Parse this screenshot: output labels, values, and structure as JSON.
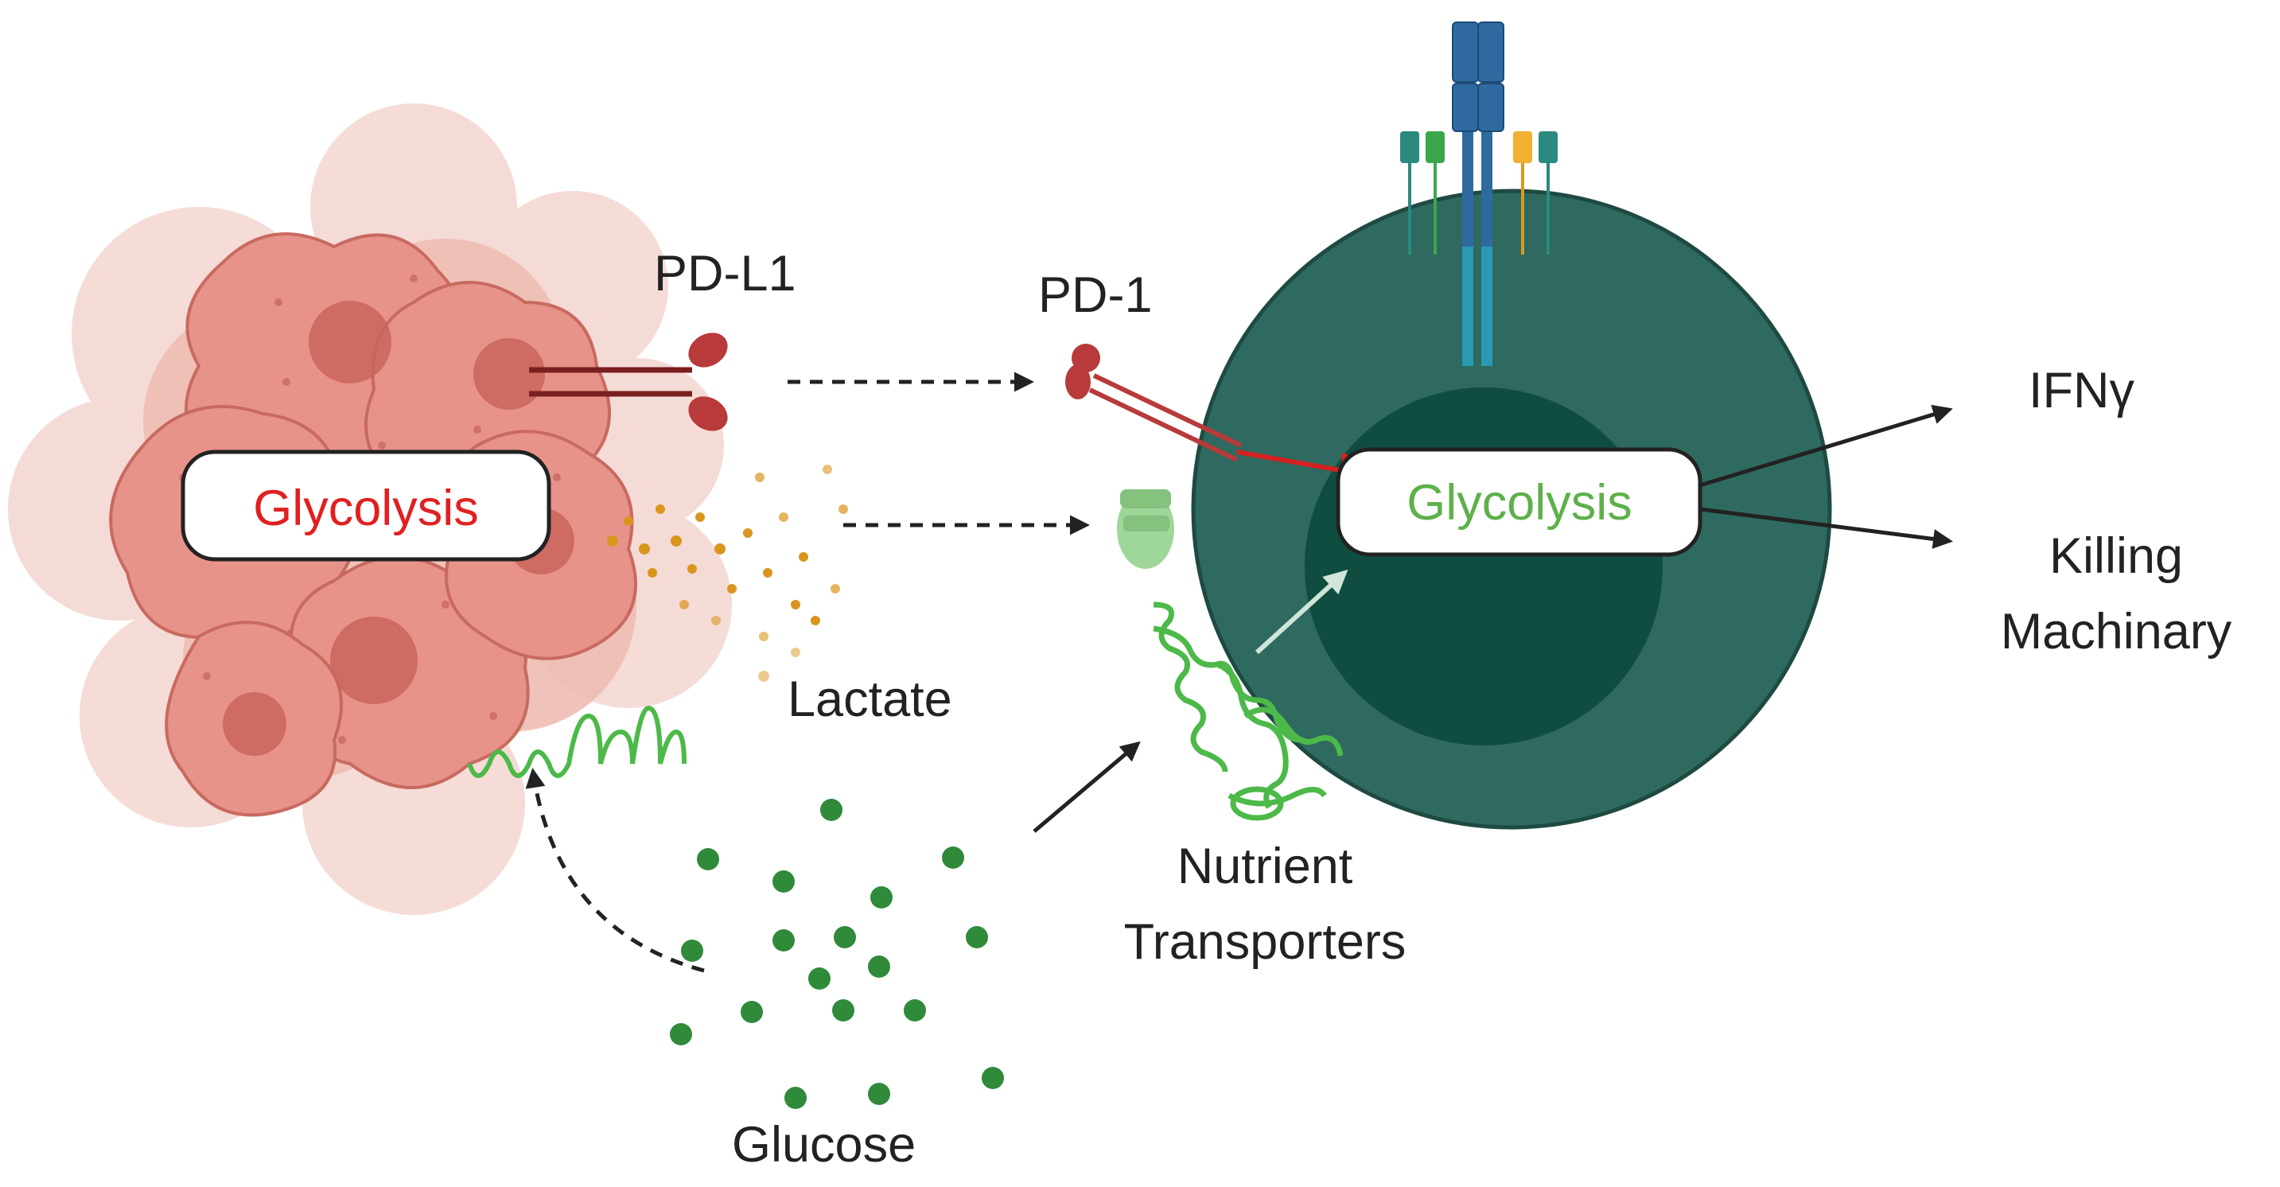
{
  "labels": {
    "pd_l1": "PD-L1",
    "pd_1": "PD-1",
    "lactate": "Lactate",
    "glucose": "Glucose",
    "nutrient_line1": "Nutrient",
    "nutrient_line2": "Transporters",
    "ifng": "IFNγ",
    "killing_line1": "Killing",
    "killing_line2": "Machinary"
  },
  "tumor": {
    "glycolysis_label": "Glycolysis",
    "glycolysis_color": "#e02020",
    "cell_color": "#e8938a"
  },
  "tcell": {
    "glycolysis_label": "Glycolysis",
    "glycolysis_color": "#5db04a",
    "membrane_color": "#2e6a5f",
    "nucleus_color": "#0f4d40"
  },
  "colors": {
    "lactate": "#d9961e",
    "glucose": "#2f8a3a",
    "inhibition": "#d42020",
    "arrow": "#222222",
    "transporter": "#4cb948",
    "tcr_blue": "#2e6aa0",
    "tcr_teal": "#2a9ab3"
  },
  "icons": [
    "tumor-cell-cluster-icon",
    "pd-l1-receptor-icon",
    "pd-1-receptor-icon",
    "t-cell-receptor-icon",
    "channel-protein-icon",
    "transporter-helix-icon"
  ]
}
